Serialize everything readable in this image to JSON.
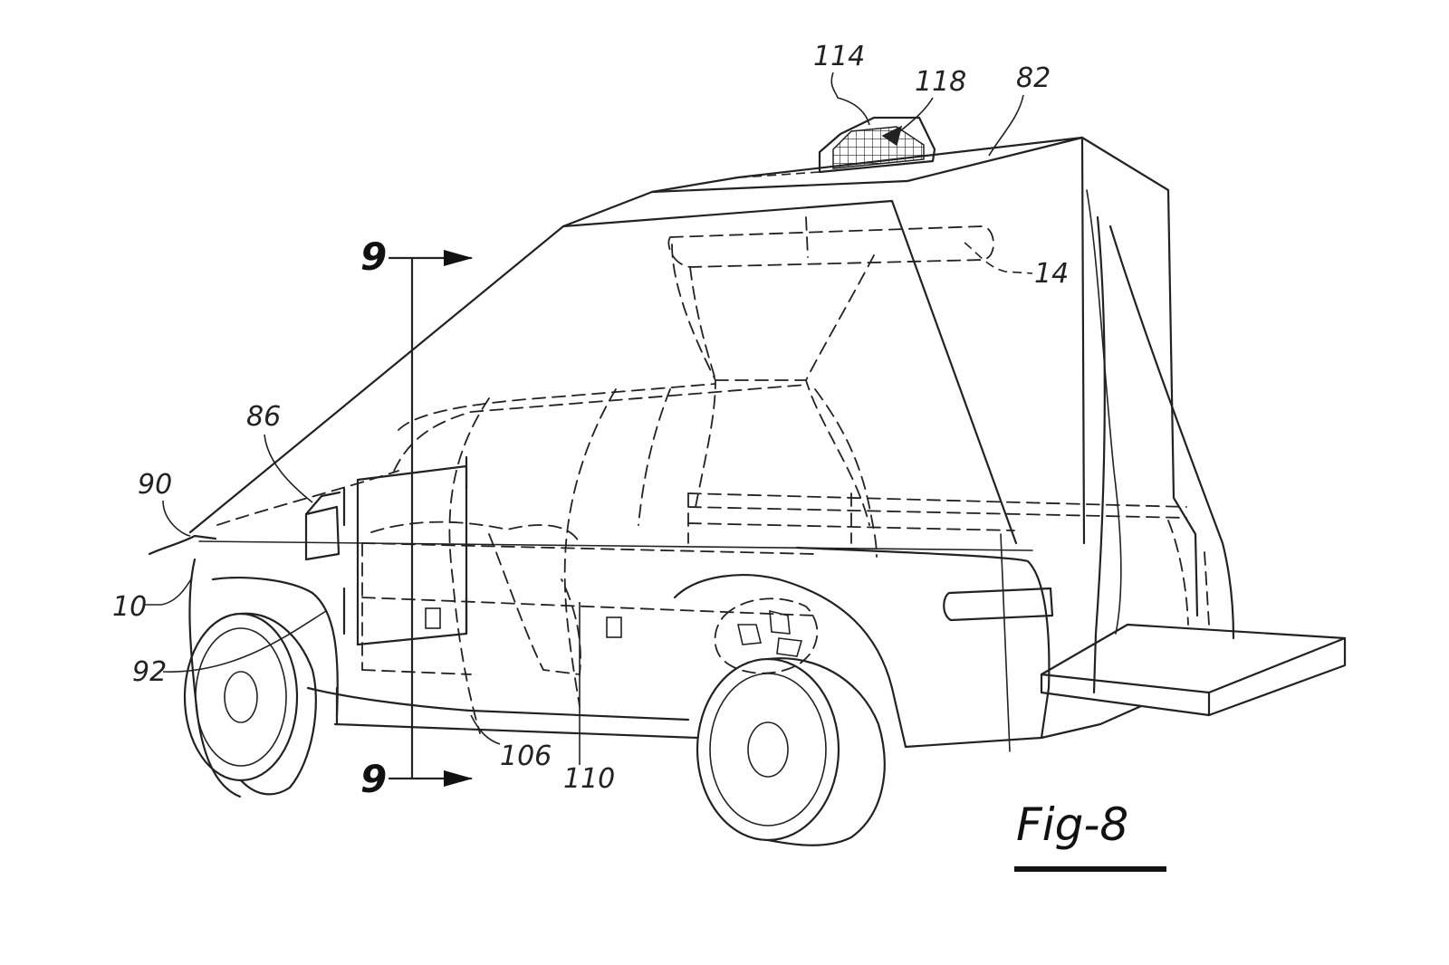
{
  "figure": {
    "title": "Fig-8",
    "section_marker": "9",
    "reference_numerals": [
      "114",
      "118",
      "82",
      "14",
      "86",
      "90",
      "10",
      "92",
      "106",
      "110"
    ]
  },
  "colors": {
    "ink": "#222222",
    "paper": "#ffffff"
  }
}
